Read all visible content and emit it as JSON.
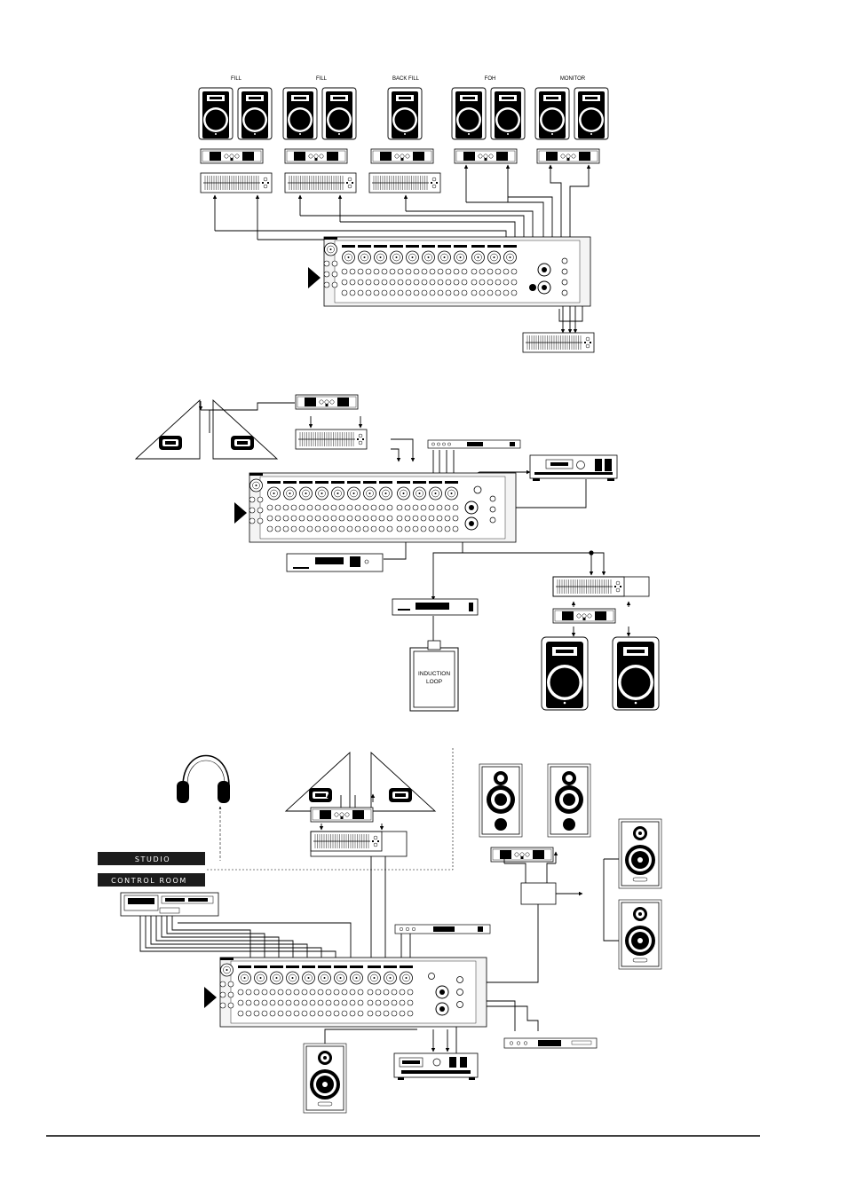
{
  "diagram1": {
    "labels": {
      "fill_1": "FILL",
      "fill_2": "FILL",
      "back_fill": "BACK FILL",
      "foh": "FOH",
      "monitor": "MONITOR"
    }
  },
  "diagram2": {
    "induction_loop_line1": "INDUCTION",
    "induction_loop_line2": "LOOP"
  },
  "diagram3": {
    "studio_label": "STUDIO",
    "control_room_label": "CONTROL ROOM"
  },
  "colors": {
    "ink": "#000000",
    "paper": "#ffffff",
    "panel": "#f4f4f4"
  }
}
